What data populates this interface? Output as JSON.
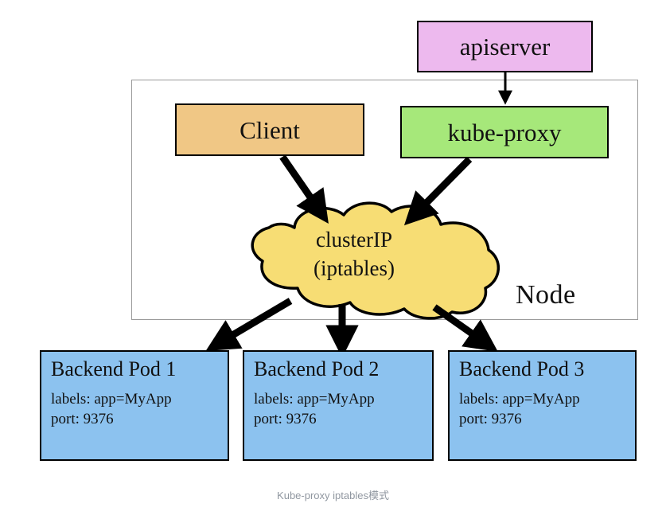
{
  "diagram": {
    "caption": "Kube-proxy iptables模式",
    "container": {
      "label": "Node"
    },
    "nodes": {
      "apiserver": {
        "label": "apiserver",
        "color": "#edb9ee"
      },
      "client": {
        "label": "Client",
        "color": "#f0c785"
      },
      "kube_proxy": {
        "label": "kube-proxy",
        "color": "#a6e87a"
      },
      "cluster_ip": {
        "line1": "clusterIP",
        "line2": "(iptables)",
        "color": "#f7dd74"
      }
    },
    "pods": [
      {
        "title": "Backend Pod 1",
        "labels": "labels: app=MyApp",
        "port": "port: 9376",
        "color": "#8cc2ef"
      },
      {
        "title": "Backend Pod 2",
        "labels": "labels: app=MyApp",
        "port": "port: 9376",
        "color": "#8cc2ef"
      },
      {
        "title": "Backend Pod 3",
        "labels": "labels: app=MyApp",
        "port": "port: 9376",
        "color": "#8cc2ef"
      }
    ],
    "edges": [
      {
        "from": "apiserver",
        "to": "kube-proxy"
      },
      {
        "from": "client",
        "to": "cluster-ip"
      },
      {
        "from": "kube-proxy",
        "to": "cluster-ip"
      },
      {
        "from": "cluster-ip",
        "to": "backend-pod-1"
      },
      {
        "from": "cluster-ip",
        "to": "backend-pod-2"
      },
      {
        "from": "cluster-ip",
        "to": "backend-pod-3"
      }
    ]
  }
}
